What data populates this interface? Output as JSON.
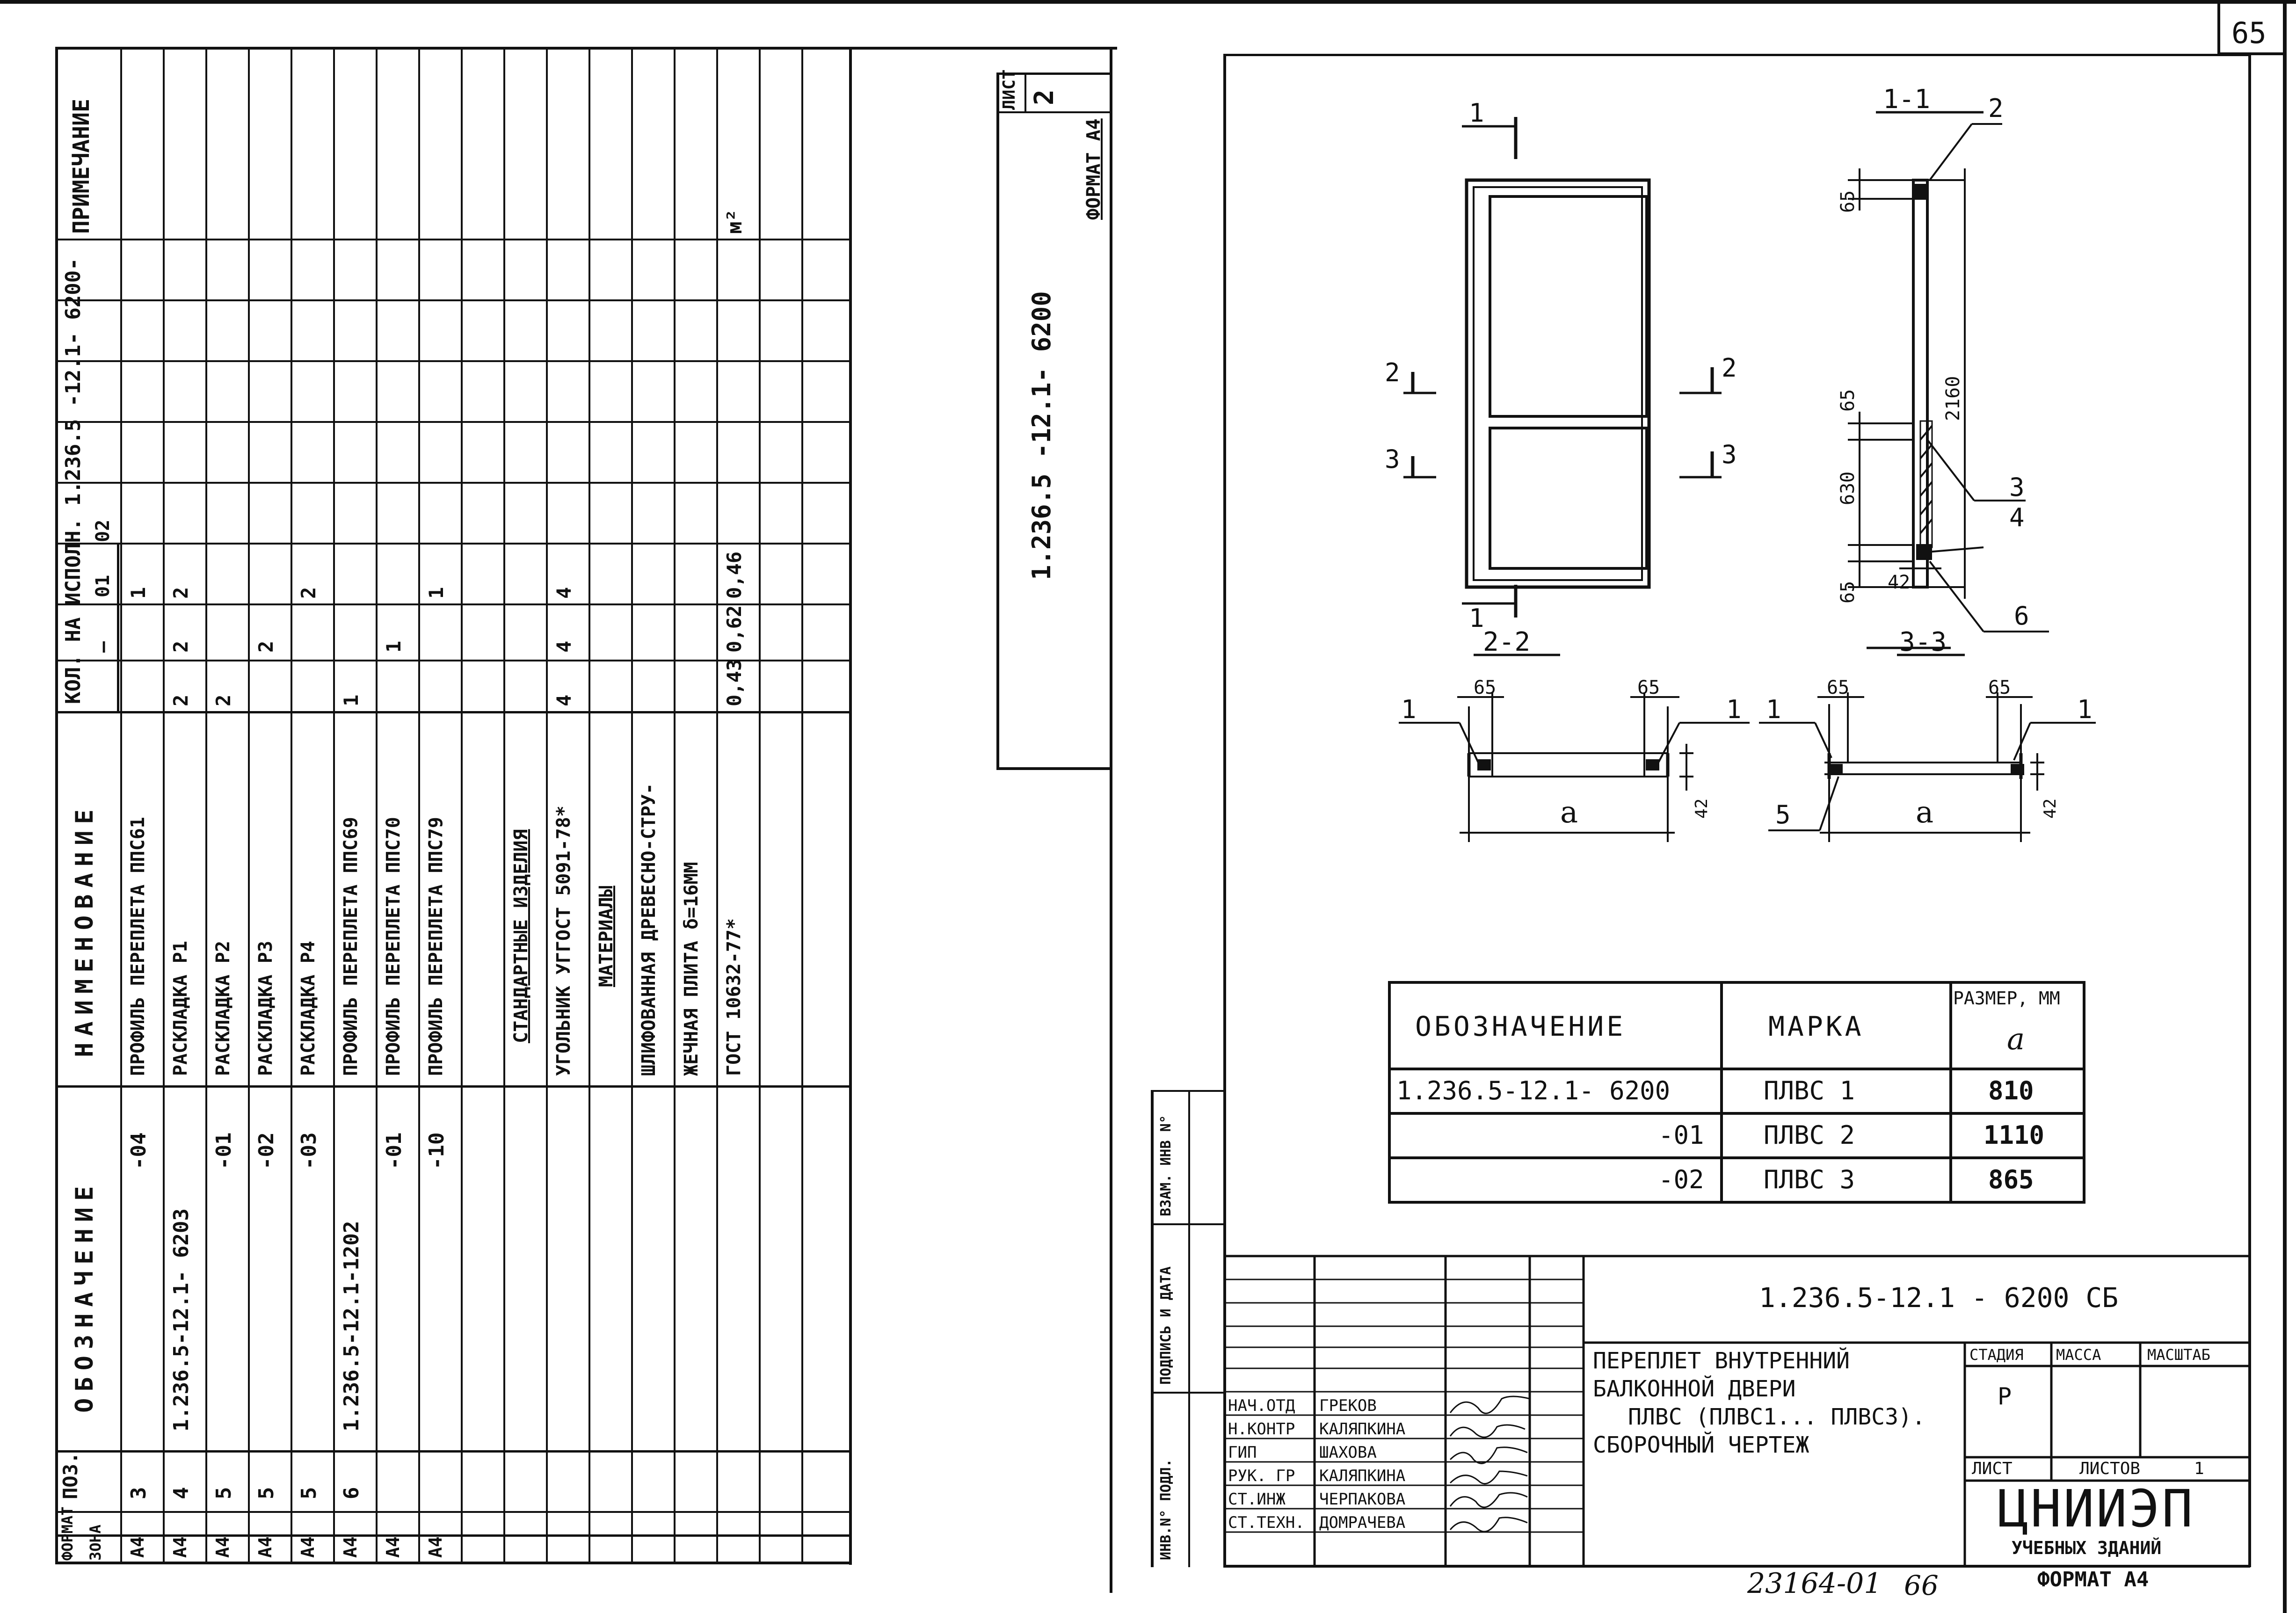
{
  "page_number": "65",
  "left_sheet": {
    "sheet_label": "ЛИСТ",
    "sheet_number": "2",
    "format_side": "ФОРМАТ А4",
    "doc_code": "1.236.5 -12.1- 6200",
    "head_format": "ФОРМАТ",
    "head_zone": "ЗОНА",
    "head_pos": "ПОЗ.",
    "head_designation": "ОБОЗНАЧЕНИЕ",
    "head_name": "НАИМЕНОВАНИЕ",
    "head_qty": "КОЛ. НА ИСПОЛН. 1.236.5 -12.1- 6200-",
    "head_qty_cols": [
      "—",
      "01",
      "02"
    ],
    "head_note": "ПРИМЕЧАНИЕ",
    "rows": [
      {
        "fmt": "А4",
        "pos": "3",
        "des": "-04",
        "name": "ПРОФИЛЬ ПЕРЕПЛЕТА ППС61",
        "q0": "",
        "q1": "",
        "q2": "1",
        "note": ""
      },
      {
        "fmt": "А4",
        "pos": "4",
        "des": "1.236.5-12.1- 6203",
        "name": "РАСКЛАДКА Р1",
        "q0": "2",
        "q1": "2",
        "q2": "2",
        "note": ""
      },
      {
        "fmt": "А4",
        "pos": "5",
        "des": "-01",
        "name": "РАСКЛАДКА Р2",
        "q0": "2",
        "q1": "",
        "q2": "",
        "note": ""
      },
      {
        "fmt": "А4",
        "pos": "5",
        "des": "-02",
        "name": "РАСКЛАДКА Р3",
        "q0": "",
        "q1": "2",
        "q2": "",
        "note": ""
      },
      {
        "fmt": "А4",
        "pos": "5",
        "des": "-03",
        "name": "РАСКЛАДКА Р4",
        "q0": "",
        "q1": "",
        "q2": "2",
        "note": ""
      },
      {
        "fmt": "А4",
        "pos": "6",
        "des": "1.236.5-12.1-1202",
        "name": "ПРОФИЛЬ ПЕРЕПЛЕТА ППС69",
        "q0": "1",
        "q1": "",
        "q2": "",
        "note": ""
      },
      {
        "fmt": "А4",
        "pos": "",
        "des": "-01",
        "name": "ПРОФИЛЬ ПЕРЕПЛЕТА ППС70",
        "q0": "",
        "q1": "1",
        "q2": "",
        "note": ""
      },
      {
        "fmt": "А4",
        "pos": "",
        "des": "-10",
        "name": "ПРОФИЛЬ ПЕРЕПЛЕТА ППС79",
        "q0": "",
        "q1": "",
        "q2": "1",
        "note": ""
      },
      {
        "fmt": "",
        "pos": "",
        "des": "",
        "name": "",
        "q0": "",
        "q1": "",
        "q2": "",
        "note": ""
      },
      {
        "fmt": "",
        "pos": "",
        "des": "",
        "name": "СТАНДАРТНЫЕ ИЗДЕЛИЯ",
        "q0": "",
        "q1": "",
        "q2": "",
        "note": ""
      },
      {
        "fmt": "",
        "pos": "",
        "des": "",
        "name": "УГОЛЬНИК УГГОСТ 5091-78*",
        "q0": "4",
        "q1": "4",
        "q2": "4",
        "note": ""
      },
      {
        "fmt": "",
        "pos": "",
        "des": "",
        "name": "МАТЕРИАЛЫ",
        "q0": "",
        "q1": "",
        "q2": "",
        "note": ""
      },
      {
        "fmt": "",
        "pos": "",
        "des": "",
        "name": "ШЛИФОВАННАЯ ДРЕВЕСНО-СТРУ-",
        "q0": "",
        "q1": "",
        "q2": "",
        "note": ""
      },
      {
        "fmt": "",
        "pos": "",
        "des": "",
        "name": "ЖЕЧНАЯ ПЛИТА δ=16ММ",
        "q0": "",
        "q1": "",
        "q2": "",
        "note": ""
      },
      {
        "fmt": "",
        "pos": "",
        "des": "",
        "name": "ГОСТ 10632-77*",
        "q0": "0,43",
        "q1": "0,62",
        "q2": "0,46",
        "note": "м²"
      },
      {
        "fmt": "",
        "pos": "",
        "des": "",
        "name": "",
        "q0": "",
        "q1": "",
        "q2": "",
        "note": ""
      },
      {
        "fmt": "",
        "pos": "",
        "des": "",
        "name": "",
        "q0": "",
        "q1": "",
        "q2": "",
        "note": ""
      }
    ]
  },
  "drawing": {
    "sec_cut": "1",
    "sec_11": "1-1",
    "sec_22": "2-2",
    "sec_33": "3-3",
    "mark_2": "2",
    "mark_3": "3",
    "callouts": [
      "1",
      "2",
      "3",
      "4",
      "5",
      "6"
    ],
    "dim_65": "65",
    "dim_2160": "2160",
    "dim_630": "630",
    "dim_42": "42",
    "dim_a": "a"
  },
  "marks_table": {
    "h_des": "ОБОЗНАЧЕНИЕ",
    "h_mark": "МАРКА",
    "h_size": "РАЗМЕР, ММ",
    "h_size_sub": "a",
    "rows": [
      {
        "des": "1.236.5-12.1- 6200",
        "mark": "ПЛВС 1",
        "size": "810"
      },
      {
        "des": "-01",
        "mark": "ПЛВС 2",
        "size": "1110"
      },
      {
        "des": "-02",
        "mark": "ПЛВС 3",
        "size": "865"
      }
    ]
  },
  "side_strip": [
    "ИНВ.N° ПОДЛ.",
    "ПОДПИСЬ И ДАТА",
    "ВЗАМ. ИНВ N°"
  ],
  "title_block": {
    "code": "1.236.5-12.1 - 6200 СБ",
    "title_lines": [
      "ПЕРЕПЛЕТ  ВНУТРЕННИЙ",
      "БАЛКОННОЙ ДВЕРИ",
      "ПЛВС (ПЛВС1... ПЛВС3).",
      "СБОРОЧНЫЙ ЧЕРТЕЖ"
    ],
    "stage_h": "СТАДИЯ",
    "mass_h": "МАССА",
    "scale_h": "МАСШТАБ",
    "stage": "Р",
    "sheet_h": "ЛИСТ",
    "sheets_h": "ЛИСТОВ",
    "sheets": "1",
    "org": "ЦНИИЭП",
    "org_sub": "УЧЕБНЫХ ЗДАНИЙ",
    "people": [
      {
        "role": "НАЧ.ОТД",
        "name": "ГРЕКОВ"
      },
      {
        "role": "Н.КОНТР",
        "name": "КАЛЯПКИНА"
      },
      {
        "role": "ГИП",
        "name": "ШАХОВА"
      },
      {
        "role": "РУК. ГР",
        "name": "КАЛЯПКИНА"
      },
      {
        "role": "СТ.ИНЖ",
        "name": "ЧЕРПАКОВА"
      },
      {
        "role": "СТ.ТЕХН.",
        "name": "ДОМРАЧЕВА"
      }
    ]
  },
  "footer_number": "23164-01",
  "footer_page": "66",
  "footer_format": "ФОРМАТ А4"
}
